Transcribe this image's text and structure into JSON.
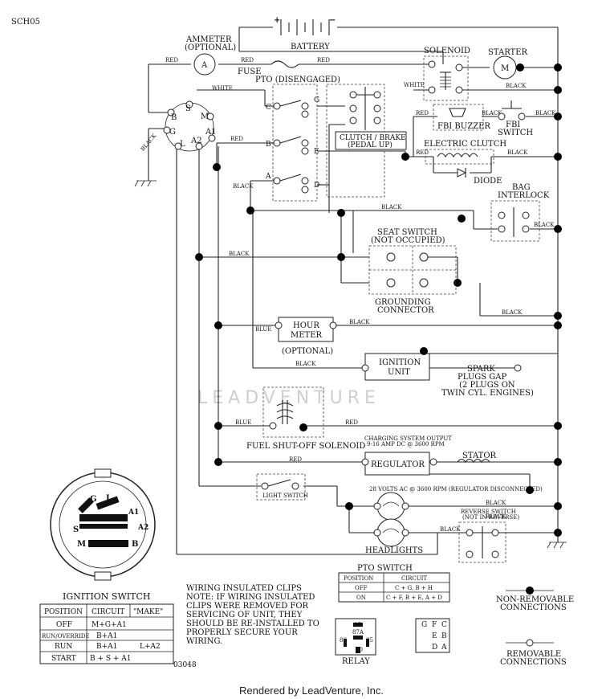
{
  "doc_id": "SCH05",
  "labels": {
    "battery": "BATTERY",
    "ammeter": "AMMETER",
    "optional": "(OPTIONAL)",
    "fuse": "FUSE",
    "pto_disengaged": "PTO (DISENGAGED)",
    "solenoid": "SOLENOID",
    "starter": "STARTER",
    "fbi_buzzer": "FBI BUZZER",
    "fbi_switch_1": "FBI",
    "fbi_switch_2": "SWITCH",
    "clutch_brake_1": "CLUTCH / BRAKE",
    "clutch_brake_2": "(PEDAL UP)",
    "electric_clutch": "ELECTRIC CLUTCH",
    "diode": "DIODE",
    "bag_interlock_1": "BAG",
    "bag_interlock_2": "INTERLOCK",
    "seat_switch_1": "SEAT SWITCH",
    "seat_switch_2": "(NOT OCCUPIED)",
    "grounding_1": "GROUNDING",
    "grounding_2": "CONNECTOR",
    "hour_meter_1": "HOUR",
    "hour_meter_2": "METER",
    "hour_optional": "(OPTIONAL)",
    "ignition_unit_1": "IGNITION",
    "ignition_unit_2": "UNIT",
    "spark_1": "SPARK",
    "spark_2": "PLUGS GAP",
    "spark_3": "(2 PLUGS ON",
    "spark_4": "TWIN CYL. ENGINES)",
    "fuel_solenoid": "FUEL SHUT-OFF SOLENOID",
    "charging_1": "CHARGING SYSTEM OUTPUT",
    "charging_2": "9-16 AMP DC @ 3600 RPM",
    "regulator": "REGULATOR",
    "stator": "STATOR",
    "volts_note": "28 VOLTS AC @ 3600 RPM (REGULATOR DISCONNECTED)",
    "light_switch": "LIGHT SWITCH",
    "reverse_1": "REVERSE SWITCH",
    "reverse_2": "(NOT IN REVERSE)",
    "headlights": "HEADLIGHTS",
    "ignition_switch": "IGNITION SWITCH",
    "relay": "RELAY",
    "non_removable_1": "NON-REMOVABLE",
    "non_removable_2": "CONNECTIONS",
    "removable_1": "REMOVABLE",
    "removable_2": "CONNECTIONS",
    "part_no": "03048",
    "watermark": "LEADVENTURE",
    "footer": "Rendered by LeadVenture, Inc."
  },
  "wire_colors": {
    "red": "RED",
    "white": "WHITE",
    "black": "BLACK",
    "blue": "BLUE"
  },
  "note": [
    "WIRING INSULATED CLIPS",
    "NOTE: IF WIRING INSULATED",
    "CLIPS WERE REMOVED FOR",
    "SERVICING OF UNIT, THEY",
    "SHOULD BE RE-INSTALLED TO",
    "PROPERLY SECURE YOUR",
    "WIRING."
  ],
  "ignition_table": {
    "headers": [
      "POSITION",
      "CIRCUIT",
      "\"MAKE\""
    ],
    "rows": [
      [
        "OFF",
        "M+G+A1",
        ""
      ],
      [
        "RUN/OVERRIDE",
        "B+A1",
        ""
      ],
      [
        "RUN",
        "B+A1",
        "L+A2"
      ],
      [
        "START",
        "B + S + A1",
        ""
      ]
    ]
  },
  "pto_table": {
    "title": "PTO SWITCH",
    "headers": [
      "POSITION",
      "CIRCUIT"
    ],
    "rows": [
      [
        "OFF",
        "C + G, B + H"
      ],
      [
        "ON",
        "C + F, B + E, A + D"
      ]
    ]
  },
  "terminals": {
    "ign": [
      "S",
      "M",
      "B",
      "A1",
      "G",
      "L",
      "A2"
    ],
    "ign_diagram": [
      "G",
      "L",
      "A1",
      "S",
      "A2",
      "M",
      "B"
    ],
    "pto": [
      "C",
      "G",
      "B",
      "E",
      "A",
      "D"
    ],
    "relay": [
      "87",
      "87A",
      "86",
      "85",
      "30"
    ],
    "relay_socket": [
      "G",
      "F",
      "C",
      "E",
      "B",
      "D",
      "A"
    ]
  }
}
